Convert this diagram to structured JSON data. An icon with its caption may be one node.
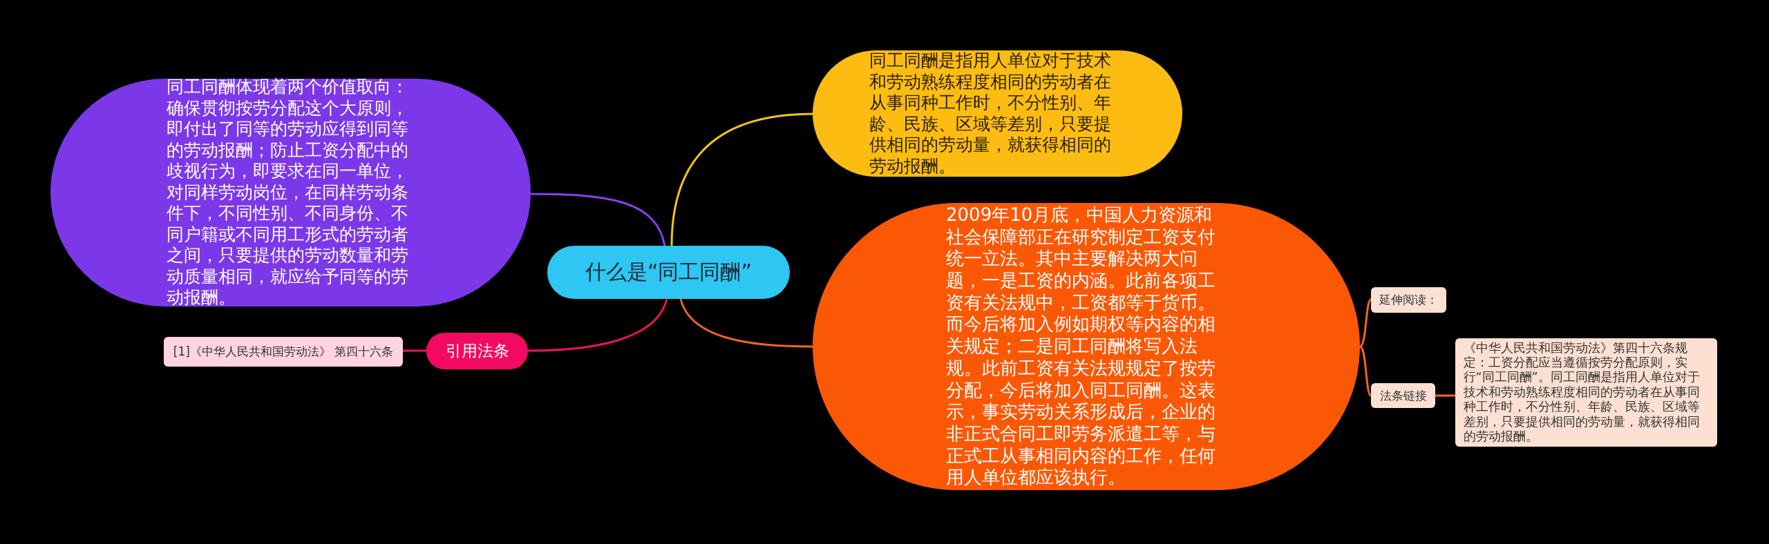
{
  "diagram": {
    "nodes": [
      {
        "text": [
          "什么是“同工同酬”"
        ]
      },
      {
        "text": [
          "同工同酬是指用人单位对于技术和劳动熟练程度相同的劳动者在从事同种工作时，不分性别、年龄、民族、区域等差别，只要提供相同的劳动量，就获得相同的劳动报酬。"
        ]
      },
      {
        "text": [
          "同工同酬体现着两个价值取向：确保贯彻按劳分配这个大原则，即付出了同等的劳动应得到同等的劳动报酬；防止工资分配中的歧视行为，即要求在同一单位，对同样劳动岗位，在同样劳动条件下，不同性别、不同身份、不同户籍或不同用工形式的劳动者之间，只要提供的劳动数量和劳动质量相同，就应给予同等的劳动报酬。"
        ]
      },
      {
        "text": [
          "2009年10月底，中国人力资源和社会保障部正在研究制定工资支付统一立法。其中主要解决两大问题，一是工资的内涵。此前各项工资有关法规中，工资都等于货币。而今后将加入例如期权等内容的相关规定；二是同工同酬将写入法规。此前工资有关法规规定了按劳分配，今后将加入同工同酬。这表示，事实劳动关系形成后，企业的非正式合同工即劳务派遣工等，与正式工从事相同内容的工作，任何用人单位都应该执行。"
        ]
      },
      {
        "text": [
          "引用法条"
        ]
      },
      {
        "text": [
          "[1]《中华人民共和国劳动法》 第四十六条"
        ]
      },
      {
        "text": [
          "延伸阅读："
        ]
      },
      {
        "text": [
          "法条链接"
        ]
      },
      {
        "text": [
          "《中华人民共和国劳动法》第四十六条规定：工资分配应当遵循按劳分配原则，实行“同工同酬”。同工同酬是指用人单位对于技术和劳动熟练程度相同的劳动者在从事同种工作时，不分性别、年龄、民族、区域等差别，只要提供相同的劳动量，就获得相同的劳动报酬。"
        ]
      }
    ],
    "edges": [
      {
        "from": 0,
        "to": 1,
        "arrow": "none",
        "color": "#f5c518"
      },
      {
        "from": 0,
        "to": 2,
        "arrow": "none",
        "color": "#8a3ff0"
      },
      {
        "from": 0,
        "to": 3,
        "arrow": "none"
      },
      {
        "from": 0,
        "to": 4,
        "arrow": "none",
        "color": "#f0105e"
      },
      {
        "from": 4,
        "to": 5,
        "arrow": "none",
        "color": "#f0105e"
      },
      {
        "from": 3,
        "to": 6,
        "arrow": "none"
      },
      {
        "from": 3,
        "to": 7,
        "arrow": "none"
      },
      {
        "from": 7,
        "to": 8,
        "arrow": "none"
      }
    ]
  }
}
